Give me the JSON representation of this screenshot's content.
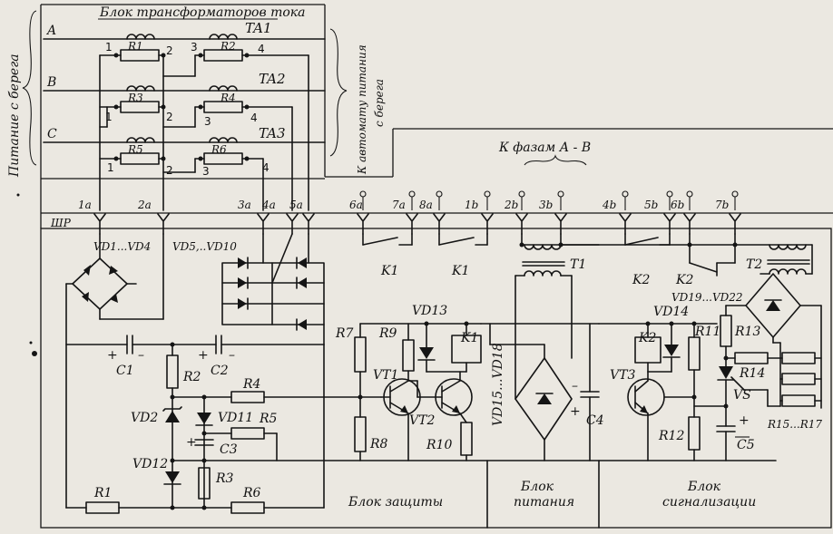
{
  "labels": {
    "ct_block": "Блок трансформаторов тока",
    "supply": "Питание с берега",
    "to_breaker": "К автомату питания с берега",
    "to_phases": "К фазам А - В",
    "phase_a": "A",
    "phase_b": "B",
    "phase_c": "C",
    "ta1": "TA1",
    "ta2": "TA2",
    "ta3": "TA3",
    "r1": "R1",
    "r2": "R2",
    "r3": "R3",
    "r4": "R4",
    "r5": "R5",
    "r6": "R6",
    "n1": "1",
    "n2": "2",
    "n3": "3",
    "n4": "4",
    "t1a": "1a",
    "t2a": "2a",
    "t3a": "3a",
    "t4a": "4a",
    "t5a": "5a",
    "t6a": "6a",
    "t7a": "7a",
    "t8a": "8a",
    "t1b": "1b",
    "t2b": "2b",
    "t3b": "3b",
    "t4b": "4b",
    "t5b": "5b",
    "t6b": "6b",
    "t7b": "7b",
    "shr": "ШР",
    "vd1_4": "VD1...VD4",
    "vd5_10": "VD5,..VD10",
    "k1": "K1",
    "k2": "K2",
    "t1": "T1",
    "t2": "T2",
    "vd19_22": "VD19...VD22",
    "c1": "C1",
    "c2": "C2",
    "c3": "C3",
    "c4": "C4",
    "c5": "C5",
    "s_r1": "R1",
    "s_r2": "R2",
    "s_r3": "R3",
    "s_r4": "R4",
    "s_r5": "R5",
    "s_r6": "R6",
    "r7": "R7",
    "r8": "R8",
    "r9": "R9",
    "r10": "R10",
    "r11": "R11",
    "r12": "R12",
    "r13": "R13",
    "r14": "R14",
    "r15_17": "R15...R17",
    "vd2": "VD2",
    "vd11": "VD11",
    "vd12": "VD12",
    "vd13": "VD13",
    "vd14": "VD14",
    "vd15_18": "VD15...VD18",
    "vt1": "VT1",
    "vt2": "VT2",
    "vt3": "VT3",
    "vs": "VS",
    "protect": "Блок защиты",
    "power_1": "Блок",
    "power_2": "питания",
    "signal_1": "Блок",
    "signal_2": "сигнализации",
    "plus": "+",
    "minus": "–"
  }
}
